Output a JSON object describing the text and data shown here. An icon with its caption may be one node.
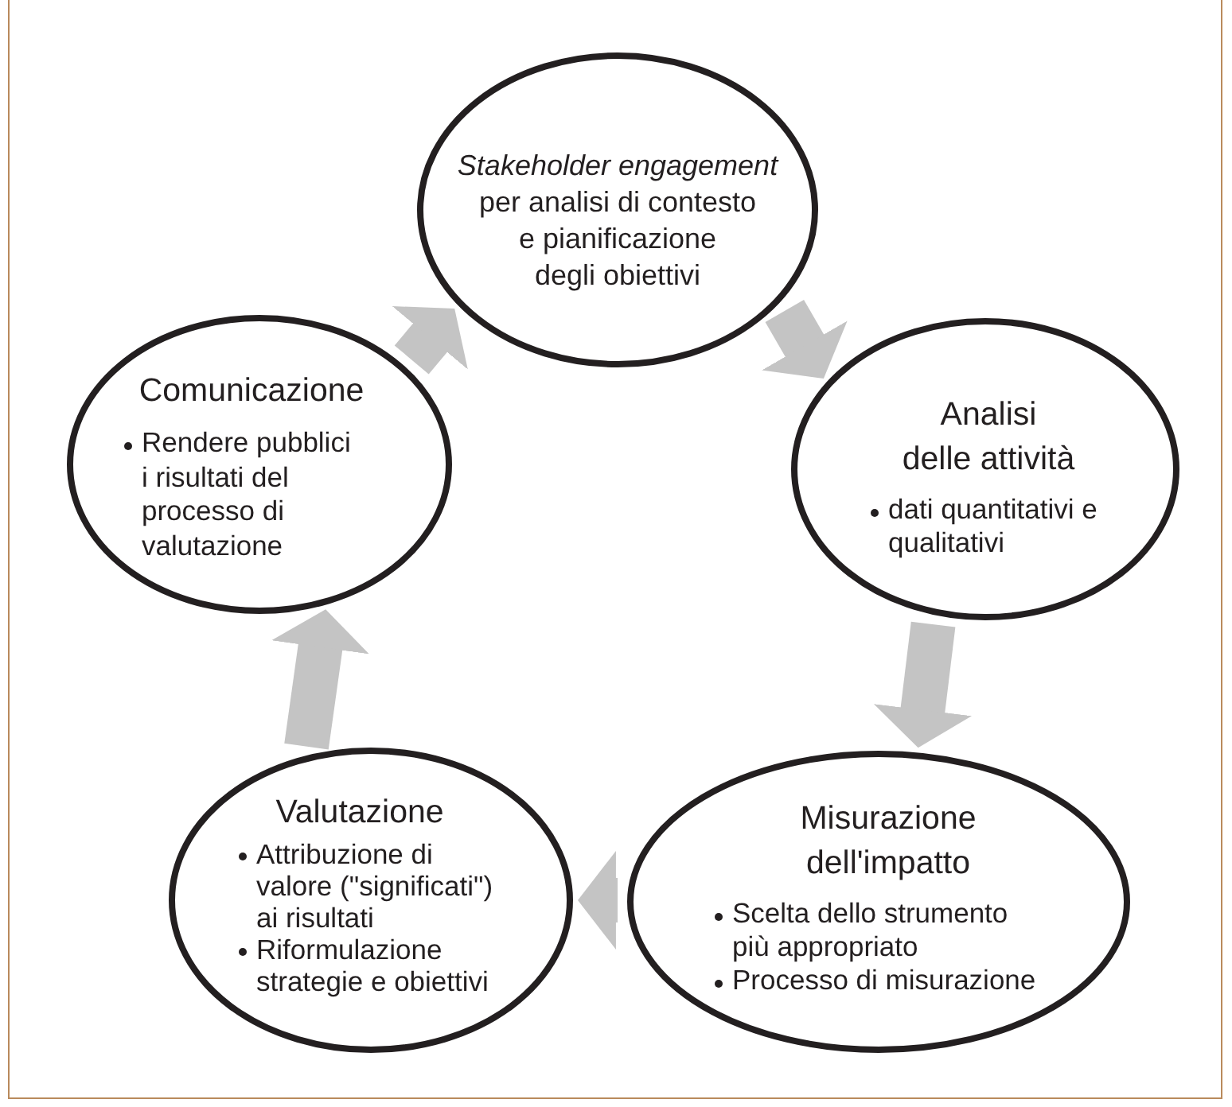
{
  "diagram": {
    "nodes": [
      {
        "text": [
          "*Stakeholder engagement* per analisi di contesto e pianificazione degli obiettivi"
        ]
      },
      {
        "text": [
          "Comunicazione",
          "Rendere pubblici i risultati del processo di valutazione"
        ]
      },
      {
        "text": [
          "Analisi delle attività",
          "dati quantitativi e qualitativi"
        ]
      },
      {
        "text": [
          "Valutazione",
          "Attribuzione di valore (\"significati\") ai risultati",
          "Riformulazione strategie e obiettivi"
        ]
      },
      {
        "text": [
          "Misurazione dell'impatto",
          "Scelta dello strumento più appropriato",
          "Processo di misurazione"
        ]
      }
    ],
    "edges": [
      {
        "from": 0,
        "to": 2,
        "arrow": "to"
      },
      {
        "from": 2,
        "to": 4,
        "arrow": "to"
      },
      {
        "from": 4,
        "to": 3,
        "arrow": "to"
      },
      {
        "from": 3,
        "to": 1,
        "arrow": "to"
      },
      {
        "from": 1,
        "to": 0,
        "arrow": "to"
      }
    ]
  }
}
